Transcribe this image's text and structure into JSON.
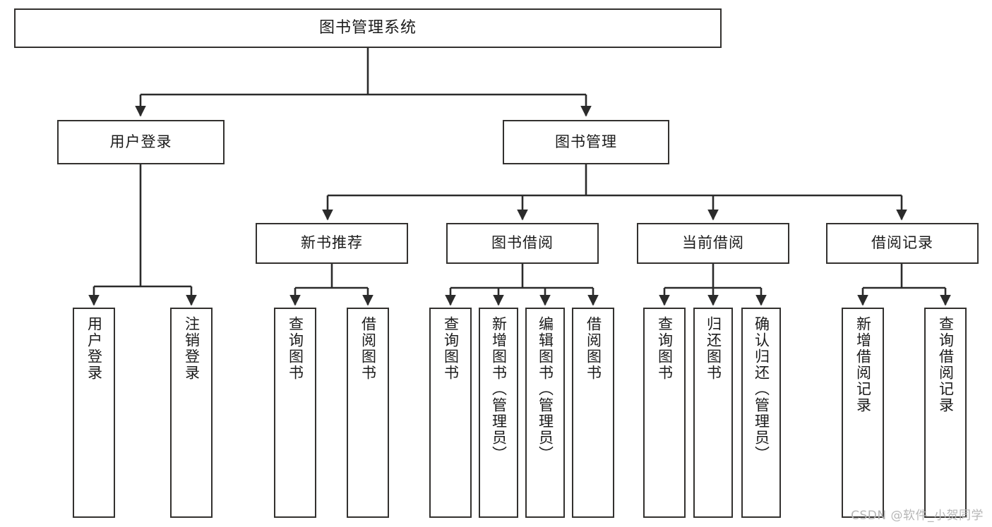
{
  "diagram": {
    "title": "图书管理系统",
    "type": "tree-hierarchy-chart",
    "watermark": "CSDN @软件_小贺同学",
    "colors": {
      "box_border": "#33312f",
      "box_fill": "#ffffff",
      "connector": "#2b2b2b",
      "text": "#1b1b1b",
      "watermark": "#b6b6b6",
      "background": "#ffffff"
    },
    "root": {
      "label": "图书管理系统"
    },
    "level2": [
      {
        "label": "用户登录"
      },
      {
        "label": "图书管理"
      }
    ],
    "level3": [
      {
        "label": "新书推荐"
      },
      {
        "label": "图书借阅"
      },
      {
        "label": "当前借阅"
      },
      {
        "label": "借阅记录"
      }
    ],
    "leaves": {
      "user_login": [
        {
          "label": "用户登录"
        },
        {
          "label": "注销登录"
        }
      ],
      "new_book_recommend": [
        {
          "label": "查询图书"
        },
        {
          "label": "借阅图书"
        }
      ],
      "book_borrow": [
        {
          "label": "查询图书"
        },
        {
          "label": "新增图书（管理员）"
        },
        {
          "label": "编辑图书（管理员）"
        },
        {
          "label": "借阅图书"
        }
      ],
      "current_borrow": [
        {
          "label": "查询图书"
        },
        {
          "label": "归还图书"
        },
        {
          "label": "确认归还（管理员）"
        }
      ],
      "borrow_record": [
        {
          "label": "新增借阅记录"
        },
        {
          "label": "查询借阅记录"
        }
      ]
    }
  }
}
